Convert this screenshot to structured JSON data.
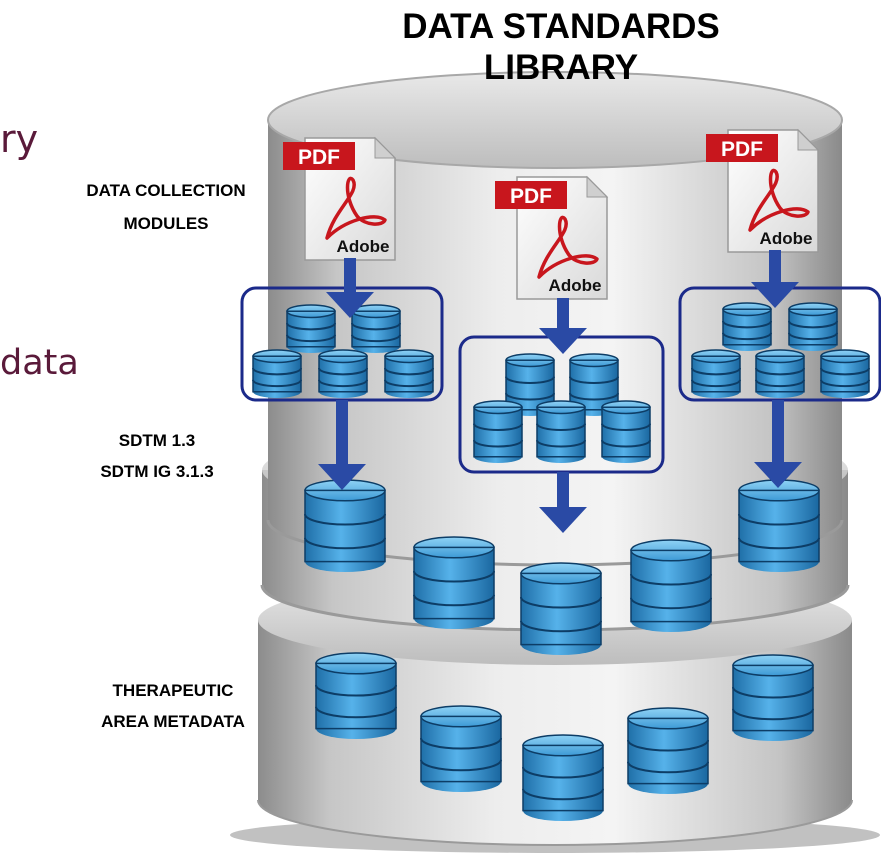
{
  "title": {
    "line1": "DATA STANDARDS",
    "line2": "LIBRARY"
  },
  "labels": {
    "data_collection_line1": "DATA COLLECTION",
    "data_collection_line2": "MODULES",
    "sdtm_line1": "SDTM 1.3",
    "sdtm_line2": "SDTM IG 3.1.3",
    "therapeutic_line1": "THERAPEUTIC",
    "therapeutic_line2": "AREA METADATA"
  },
  "partial_text": {
    "fragment1": "ry",
    "fragment2": "data"
  },
  "pdf_icon": {
    "badge": "PDF",
    "brand": "Adobe"
  },
  "colors": {
    "cylinder_silver": "#c9c9c9",
    "db_blue": "#2f8fcf",
    "arrow_blue": "#2a4aa5",
    "group_border": "#1b2a8a",
    "pdf_red": "#c8161d",
    "text_purple": "#5a1a3a"
  }
}
